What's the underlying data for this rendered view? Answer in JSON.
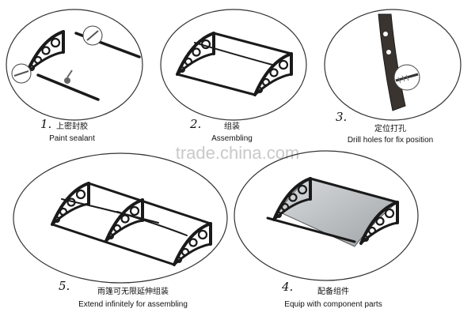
{
  "steps": [
    {
      "number": "1.",
      "title_cn": "上密封胶",
      "title_en": "Paint sealant"
    },
    {
      "number": "2.",
      "title_cn": "组装",
      "title_en": "Assembling"
    },
    {
      "number": "3.",
      "title_cn": "定位打孔",
      "title_en": "Drill holes for fix position"
    },
    {
      "number": "4.",
      "title_cn": "配备组件",
      "title_en": "Equip with component parts"
    },
    {
      "number": "5.",
      "title_cn": "雨篷可无限延伸组装",
      "title_en": "Extend infinitely for assembling"
    }
  ],
  "watermark": "trade.china.com",
  "icons": {
    "step1": "sealant-bracket-icon",
    "step2": "assembled-frame-icon",
    "step3": "wall-bracket-screw-icon",
    "step4": "canopy-with-panel-icon",
    "step5": "extended-frame-icon"
  },
  "colors": {
    "line": "#1a1a1a",
    "panel": "#b8bcbf",
    "watermark": "#c9c9c9"
  }
}
